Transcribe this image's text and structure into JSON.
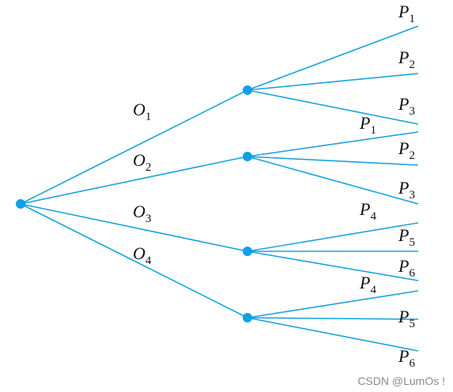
{
  "tree": {
    "first_stage": [
      {
        "letter": "O",
        "sub": "1"
      },
      {
        "letter": "O",
        "sub": "2"
      },
      {
        "letter": "O",
        "sub": "3"
      },
      {
        "letter": "O",
        "sub": "4"
      }
    ],
    "second_stage": [
      [
        {
          "letter": "P",
          "sub": "1"
        },
        {
          "letter": "P",
          "sub": "2"
        },
        {
          "letter": "P",
          "sub": "3"
        }
      ],
      [
        {
          "letter": "P",
          "sub": "1"
        },
        {
          "letter": "P",
          "sub": "2"
        },
        {
          "letter": "P",
          "sub": "3"
        }
      ],
      [
        {
          "letter": "P",
          "sub": "4"
        },
        {
          "letter": "P",
          "sub": "5"
        },
        {
          "letter": "P",
          "sub": "6"
        }
      ],
      [
        {
          "letter": "P",
          "sub": "4"
        },
        {
          "letter": "P",
          "sub": "5"
        },
        {
          "letter": "P",
          "sub": "6"
        }
      ]
    ]
  },
  "colors": {
    "edge": "#1aa3de",
    "node": "#0ea0e6"
  },
  "watermark": "CSDN @LumOs !"
}
